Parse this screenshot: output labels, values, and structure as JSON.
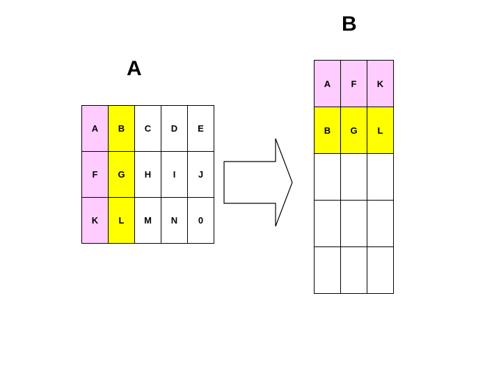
{
  "slide": {
    "background_color": "#ffffff",
    "colors": {
      "highlight_pink": "#ffccff",
      "highlight_yellow": "#ffff00",
      "border": "#000000",
      "text": "#000000"
    }
  },
  "source": {
    "title": "A",
    "columns": 5,
    "rows": 3,
    "column_fills": [
      "pink",
      "yellow",
      "plain",
      "plain",
      "plain"
    ],
    "cells": [
      [
        {
          "text": "A",
          "fill": "pink"
        },
        {
          "text": "B",
          "fill": "yellow"
        },
        {
          "text": "C",
          "fill": "plain"
        },
        {
          "text": "D",
          "fill": "plain"
        },
        {
          "text": "E",
          "fill": "plain"
        }
      ],
      [
        {
          "text": "F",
          "fill": "pink"
        },
        {
          "text": "G",
          "fill": "yellow"
        },
        {
          "text": "H",
          "fill": "plain"
        },
        {
          "text": "I",
          "fill": "plain"
        },
        {
          "text": "J",
          "fill": "plain"
        }
      ],
      [
        {
          "text": "K",
          "fill": "pink"
        },
        {
          "text": "L",
          "fill": "yellow"
        },
        {
          "text": "M",
          "fill": "plain"
        },
        {
          "text": "N",
          "fill": "plain"
        },
        {
          "text": "0",
          "fill": "plain"
        }
      ]
    ]
  },
  "result": {
    "title": "B",
    "columns": 3,
    "rows": 5,
    "cells": [
      [
        {
          "text": "A",
          "fill": "pink"
        },
        {
          "text": "F",
          "fill": "pink"
        },
        {
          "text": "K",
          "fill": "pink"
        }
      ],
      [
        {
          "text": "B",
          "fill": "yellow"
        },
        {
          "text": "G",
          "fill": "yellow"
        },
        {
          "text": "L",
          "fill": "yellow"
        }
      ],
      [
        {
          "text": "",
          "fill": "plain"
        },
        {
          "text": "",
          "fill": "plain"
        },
        {
          "text": "",
          "fill": "plain"
        }
      ],
      [
        {
          "text": "",
          "fill": "plain"
        },
        {
          "text": "",
          "fill": "plain"
        },
        {
          "text": "",
          "fill": "plain"
        }
      ],
      [
        {
          "text": "",
          "fill": "plain"
        },
        {
          "text": "",
          "fill": "plain"
        },
        {
          "text": "",
          "fill": "plain"
        }
      ]
    ]
  },
  "arrow": {
    "icon": "block-arrow-right-icon",
    "direction": "right",
    "fill": "#ffffff",
    "stroke": "#000000"
  }
}
